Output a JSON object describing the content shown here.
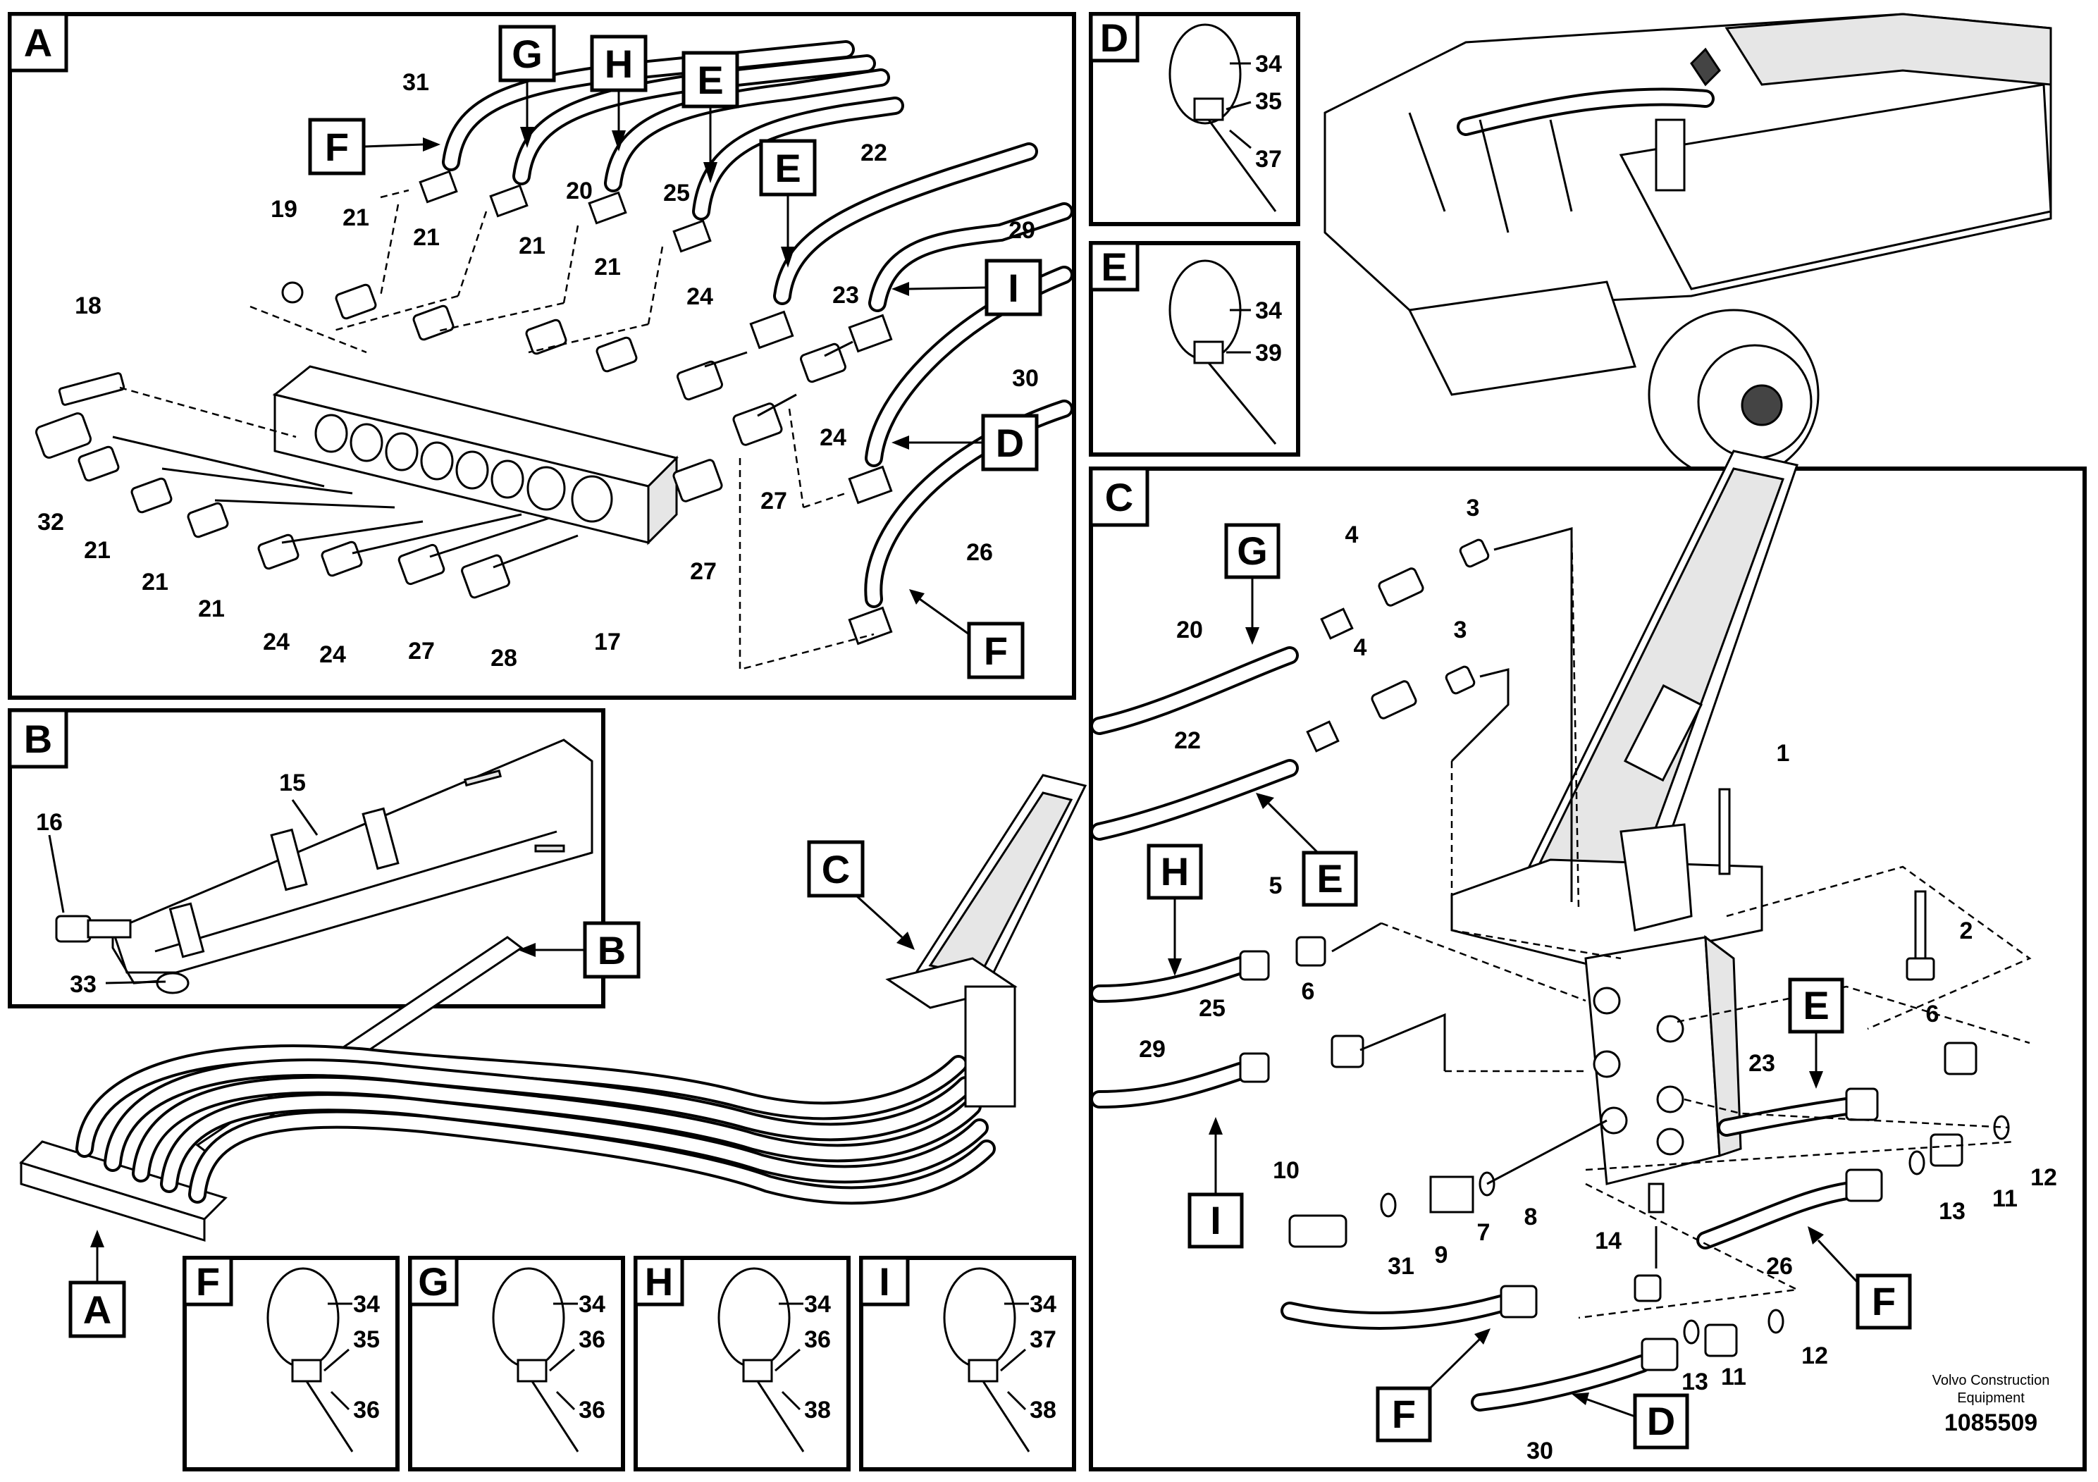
{
  "panels": {
    "A": {
      "label": "A"
    },
    "B": {
      "label": "B"
    },
    "C": {
      "label": "C"
    },
    "D": {
      "label": "D",
      "parts": [
        "34",
        "35",
        "37"
      ]
    },
    "E": {
      "label": "E",
      "parts": [
        "34",
        "39"
      ]
    },
    "F": {
      "label": "F",
      "parts": [
        "34",
        "35",
        "36"
      ]
    },
    "G": {
      "label": "G",
      "parts": [
        "34",
        "36",
        "36"
      ]
    },
    "H": {
      "label": "H",
      "parts": [
        "34",
        "36",
        "38"
      ]
    },
    "I": {
      "label": "I",
      "parts": [
        "34",
        "37",
        "38"
      ]
    }
  },
  "overview_labels": {
    "A": "A",
    "B": "B",
    "C": "C"
  },
  "panel_a": {
    "callouts": {
      "F": "F",
      "G": "G",
      "H": "H",
      "E1": "E",
      "E2": "E",
      "I": "I",
      "D": "D",
      "F2": "F"
    },
    "parts": {
      "p31": "31",
      "p20": "20",
      "p25": "25",
      "p22": "22",
      "p19": "19",
      "p21a": "21",
      "p21b": "21",
      "p21c": "21",
      "p21d": "21",
      "p23": "23",
      "p29": "29",
      "p18": "18",
      "p24a": "24",
      "p30": "30",
      "p24b": "24",
      "p27a": "27",
      "p32": "32",
      "p21e": "21",
      "p21f": "21",
      "p21g": "21",
      "p26": "26",
      "p27b": "27",
      "p24c": "24",
      "p24d": "24",
      "p27c": "27",
      "p28": "28",
      "p17": "17"
    }
  },
  "panel_b": {
    "parts": {
      "p15": "15",
      "p16": "16",
      "p33": "33"
    }
  },
  "panel_c": {
    "callouts": {
      "G": "G",
      "E1": "E",
      "H": "H",
      "I": "I",
      "E2": "E",
      "F1": "F",
      "F2": "F",
      "D": "D"
    },
    "parts": {
      "p3a": "3",
      "p4a": "4",
      "p20": "20",
      "p3b": "3",
      "p4b": "4",
      "p22": "22",
      "p1": "1",
      "p5": "5",
      "p2": "2",
      "p25": "25",
      "p6a": "6",
      "p29": "29",
      "p6b": "6",
      "p23": "23",
      "p12a": "12",
      "p10": "10",
      "p9": "9",
      "p7": "7",
      "p8": "8",
      "p13a": "13",
      "p11a": "11",
      "p14": "14",
      "p26": "26",
      "p31": "31",
      "p12b": "12",
      "p13b": "13",
      "p11b": "11",
      "p30": "30"
    }
  },
  "footer": {
    "brand_line1": "Volvo Construction",
    "brand_line2": "Equipment",
    "doc_number": "1085509"
  }
}
